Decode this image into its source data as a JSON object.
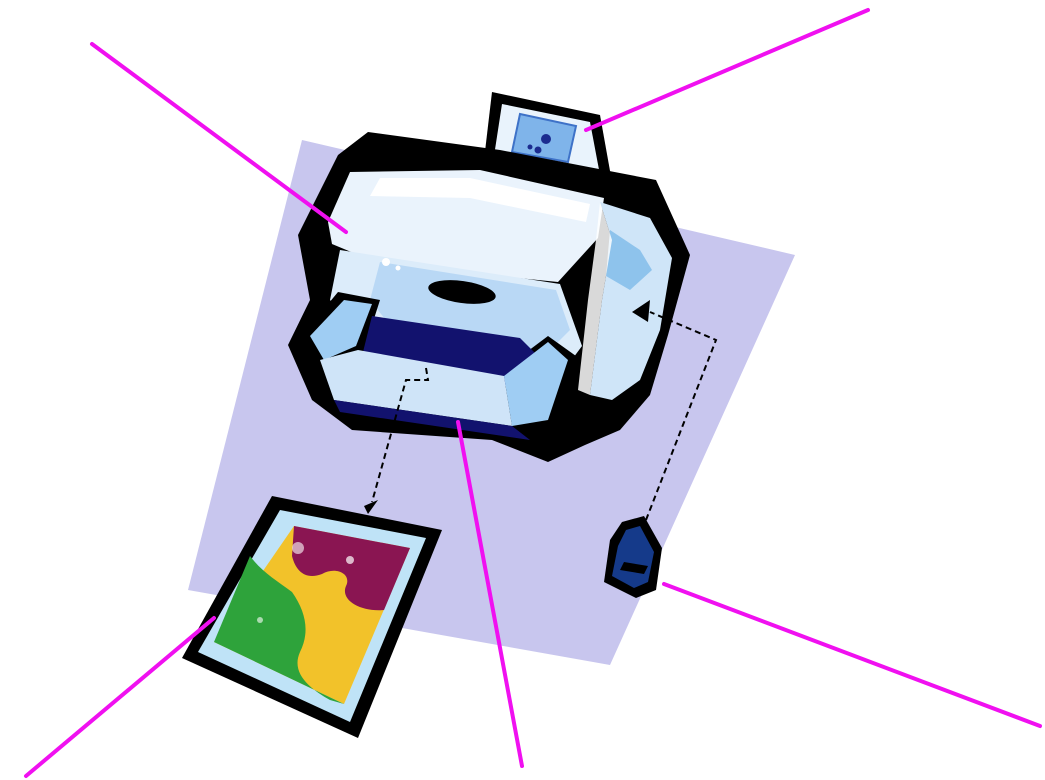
{
  "diagram": {
    "background_color": "#ffffff",
    "backdrop_color": "#c8c6ee",
    "callout_color": "#f010f0",
    "outline_color": "#000000",
    "printer_body_color": "#e6f1fb",
    "printer_shadow_color": "#8ec3ec",
    "tray_dark_color": "#12126e",
    "photo_colors": [
      "#8a1552",
      "#f2c22a",
      "#2ea33b",
      "#bfe3f7"
    ],
    "cartridge_color": "#153a8a",
    "callouts": [
      {
        "target": "printer-cover"
      },
      {
        "target": "paper-feed-slot"
      },
      {
        "target": "ink-cartridge"
      },
      {
        "target": "output-tray"
      },
      {
        "target": "printed-photo"
      }
    ]
  }
}
